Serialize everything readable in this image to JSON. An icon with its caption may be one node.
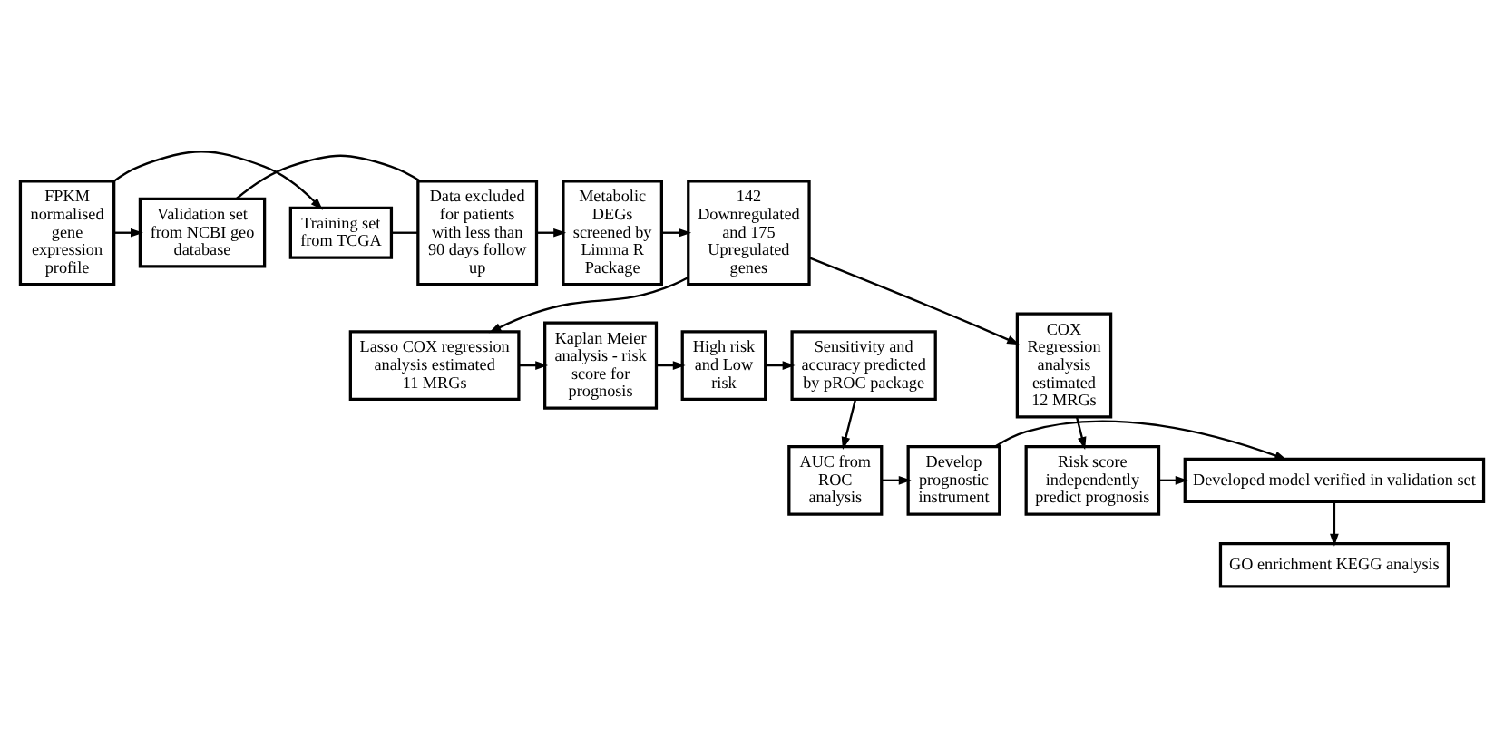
{
  "diagram": {
    "nodes": [
      {
        "text": [
          "FPKM normalised gene expression profile"
        ]
      },
      {
        "text": [
          "Training set from TCGA"
        ]
      },
      {
        "text": [
          "Validation set from NCBI geo database"
        ]
      },
      {
        "text": [
          "Data excluded for patients with less than 90 days follow up"
        ]
      },
      {
        "text": [
          "Metabolic DEGs screened by Limma R Package"
        ]
      },
      {
        "text": [
          "142 Downregulated and 175 Upregulated genes"
        ]
      },
      {
        "text": [
          "Sensitivity and accuracy predicted by pROC package"
        ]
      },
      {
        "text": [
          "High risk and Low risk"
        ]
      },
      {
        "text": [
          "Kaplan Meier analysis - risk score for prognosis"
        ]
      },
      {
        "text": [
          "Lasso COX regression analysis estimated 11 MRGs"
        ]
      },
      {
        "text": [
          "COX Regression analysis estimated 12 MRGs"
        ]
      },
      {
        "text": [
          "AUC from ROC analysis"
        ]
      },
      {
        "text": [
          "Develop prognostic instrument"
        ]
      },
      {
        "text": [
          "Developed model verified in validation set"
        ]
      },
      {
        "text": [
          "GO enrichment KEGG analysis"
        ]
      },
      {
        "text": [
          "Risk score independently predict prognosis"
        ]
      }
    ],
    "edges": [
      {
        "from": 0,
        "to": 1,
        "arrow": "to"
      },
      {
        "from": 0,
        "to": 2,
        "arrow": "to"
      },
      {
        "from": 1,
        "to": 3,
        "arrow": "none"
      },
      {
        "from": 2,
        "to": 3,
        "arrow": "none"
      },
      {
        "from": 3,
        "to": 4,
        "arrow": "to"
      },
      {
        "from": 4,
        "to": 5,
        "arrow": "to"
      },
      {
        "from": 5,
        "to": 9,
        "arrow": "to"
      },
      {
        "from": 5,
        "to": 10,
        "arrow": "to"
      },
      {
        "from": 9,
        "to": 8,
        "arrow": "to"
      },
      {
        "from": 8,
        "to": 7,
        "arrow": "to"
      },
      {
        "from": 7,
        "to": 6,
        "arrow": "to"
      },
      {
        "from": 6,
        "to": 11,
        "arrow": "to"
      },
      {
        "from": 11,
        "to": 12,
        "arrow": "to"
      },
      {
        "from": 12,
        "to": 13,
        "arrow": "to"
      },
      {
        "from": 10,
        "to": 15,
        "arrow": "to"
      },
      {
        "from": 15,
        "to": 13,
        "arrow": "to"
      },
      {
        "from": 13,
        "to": 14,
        "arrow": "to"
      }
    ]
  }
}
